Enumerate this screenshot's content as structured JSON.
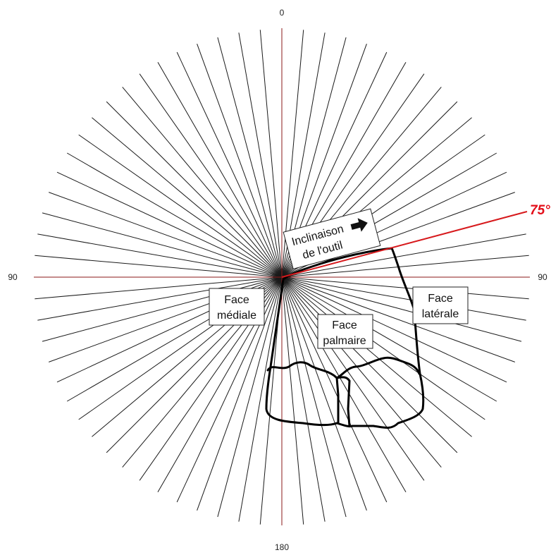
{
  "axis_labels": {
    "top": "0",
    "left": "90",
    "right": "90",
    "bottom": "180"
  },
  "rays": {
    "step_degrees": 5
  },
  "tool": {
    "angle_label": "75°",
    "label_line1": "Inclinaison",
    "label_line2": "de l'outil",
    "arrow_icon": "right-arrow-icon"
  },
  "faces": {
    "medial_line1": "Face",
    "medial_line2": "médiale",
    "palmar_line1": "Face",
    "palmar_line2": "palmaire",
    "lateral_line1": "Face",
    "lateral_line2": "latérale"
  },
  "colors": {
    "rays": "#1a1a1a",
    "axes": "#8b1a1a",
    "tool_line": "#d7191c",
    "angle_label": "#e3101b",
    "bone_outline": "#000000"
  }
}
